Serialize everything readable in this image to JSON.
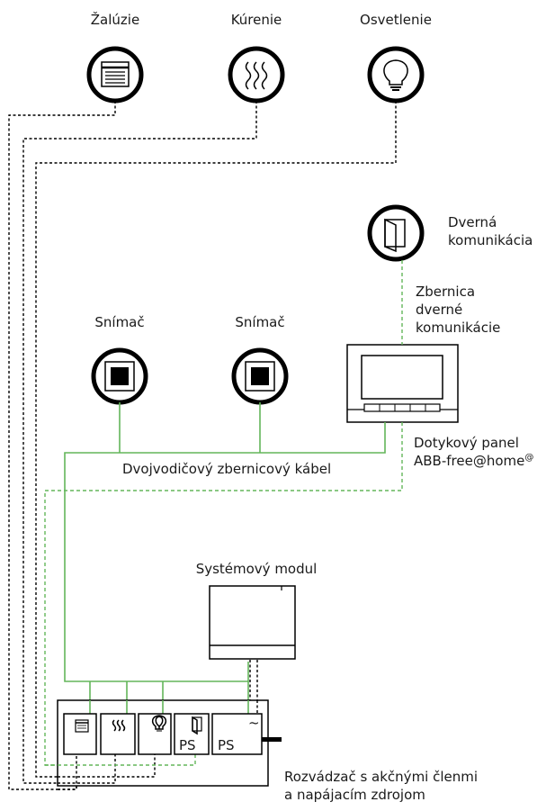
{
  "devices": {
    "blinds": "Žalúzie",
    "heating": "Kúrenie",
    "lighting": "Osvetlenie",
    "door_comm": [
      "Dverná",
      "komunikácia"
    ],
    "sensor_1": "Snímač",
    "sensor_2": "Snímač"
  },
  "labels": {
    "door_bus": [
      "Zbernica",
      "dverné",
      "komunikácie"
    ],
    "touch_panel": [
      "Dotykový panel",
      "ABB-free@home"
    ],
    "touch_panel_sup": "@",
    "two_wire_cable": "Dvojvodičový zbernicový kábel",
    "system_module": "Systémový modul",
    "cabinet": [
      "Rozvádzač s akčnými členmi",
      "a napájacím zdrojom"
    ]
  },
  "cabinet_modules": {
    "ps1": "PS",
    "ps2": "PS",
    "ac_symbol": "~"
  },
  "colors": {
    "bus_line": "#63b65a",
    "line": "#000000",
    "text": "#1a1a1a"
  }
}
